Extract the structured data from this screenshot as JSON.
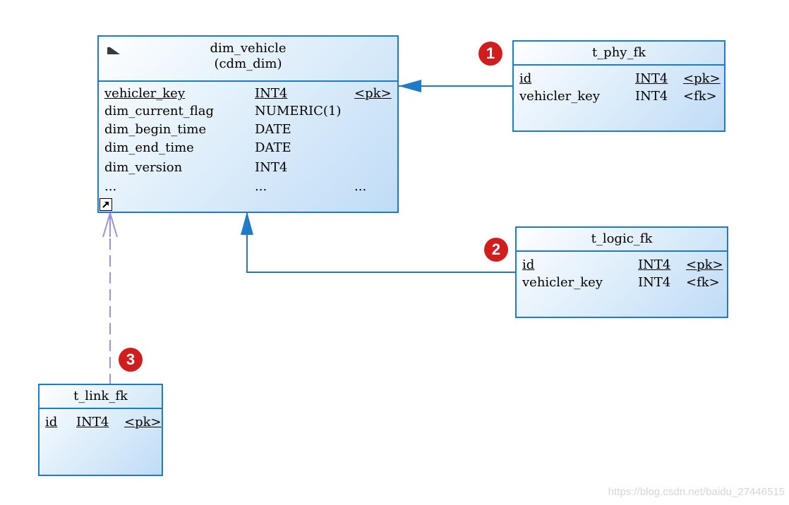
{
  "dim_table": {
    "name": "dim_vehicle",
    "schema": "(cdm_dim)",
    "columns": [
      {
        "name": "vehicler_key",
        "type": "INT4",
        "key": "<pk>"
      },
      {
        "name": "dim_current_flag",
        "type": "NUMERIC(1)",
        "key": ""
      },
      {
        "name": "dim_begin_time",
        "type": "DATE",
        "key": ""
      },
      {
        "name": "dim_end_time",
        "type": "DATE",
        "key": ""
      },
      {
        "name": "dim_version",
        "type": "INT4",
        "key": ""
      },
      {
        "name": "...",
        "type": "...",
        "key": "..."
      }
    ]
  },
  "phy_table": {
    "name": "t_phy_fk",
    "columns": [
      {
        "name": "id",
        "type": "INT4",
        "key": "<pk>"
      },
      {
        "name": "vehicler_key",
        "type": "INT4",
        "key": "<fk>"
      }
    ]
  },
  "logic_table": {
    "name": "t_logic_fk",
    "columns": [
      {
        "name": "id",
        "type": "INT4",
        "key": "<pk>"
      },
      {
        "name": "vehicler_key",
        "type": "INT4",
        "key": "<fk>"
      }
    ]
  },
  "link_table": {
    "name": "t_link_fk",
    "columns": [
      {
        "name": "id",
        "type": "INT4",
        "key": "<pk>"
      }
    ]
  },
  "badges": {
    "one": "1",
    "two": "2",
    "three": "3"
  },
  "colors": {
    "border": "#1e7bc8",
    "link": "#9b8fe8",
    "badge": "#d11d1d"
  },
  "watermark": "https://blog.csdn.net/baidu_27446515"
}
